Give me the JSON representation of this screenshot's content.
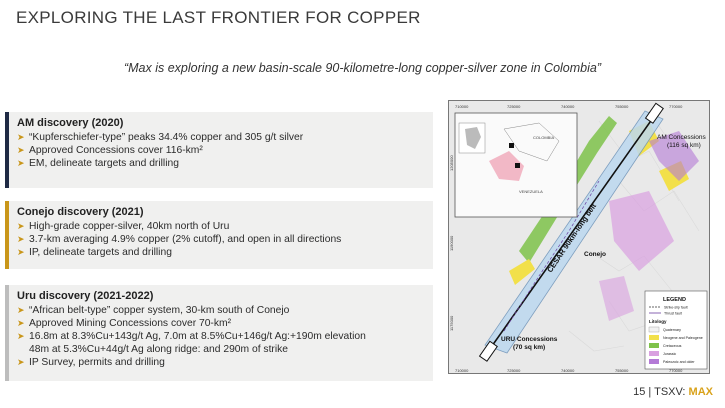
{
  "header": {
    "title": "EXPLORING THE LAST FRONTIER FOR COPPER",
    "quote": "“Max is exploring a new basin-scale 90-kilometre-long copper-silver zone in Colombia”"
  },
  "discoveries": [
    {
      "title": "AM discovery (2020)",
      "accent": "#1f2a44",
      "bullets": [
        "“Kupferschiefer-type” peaks 34.4% copper and 305 g/t silver",
        "Approved Concessions cover 116-km²",
        "EM, delineate targets and drilling"
      ]
    },
    {
      "title": "Conejo discovery (2021)",
      "accent": "#c9961a",
      "bullets": [
        "High-grade copper-silver, 40km north of Uru",
        "3.7-km averaging 4.9% copper (2% cutoff), and open in all directions",
        "IP, delineate targets and drilling"
      ]
    },
    {
      "title": "Uru discovery (2021-2022)",
      "accent": "#bdbdbd",
      "bullets": [
        "“African belt-type” copper system, 30-km south of Conejo",
        "Approved Mining Concessions cover 70-km²",
        "16.8m at 8.3%Cu+143g/t Ag, 7.0m at 8.5%Cu+146g/t Ag:+190m elevation",
        "48m at 5.3%Cu+44g/t Ag along ridge: and 290m of strike",
        "IP Survey, permits and drilling"
      ]
    }
  ],
  "map": {
    "x_ticks": [
      "710000",
      "725000",
      "740000",
      "755000",
      "770000"
    ],
    "y_ticks": [
      "1205000",
      "1190000",
      "1175000"
    ],
    "am_label": "AM Concessions",
    "am_area": "(116 sq km)",
    "belt_label": "CESAR 90km-long belt",
    "conejo_label": "Conejo",
    "uru_label": "URU Concessions",
    "uru_area": "(70 sq km)",
    "inset_country": "COLOMBIA",
    "inset_region": "VENEZUELA",
    "legend": {
      "title": "LEGEND",
      "faults": [
        "Strike-slip fault",
        "Thrust fault"
      ],
      "litology_title": "Litology",
      "units": [
        {
          "label": "Quaternary",
          "color": "#f2f2f2"
        },
        {
          "label": "Neogene and Paleogene",
          "color": "#f2e04a"
        },
        {
          "label": "Cretaceous",
          "color": "#7ec24a"
        },
        {
          "label": "Jurassic",
          "color": "#d9a0e0"
        },
        {
          "label": "Paleozoic and older",
          "color": "#b47ad6"
        }
      ]
    }
  },
  "footer": {
    "page": "15",
    "sep": " | TSXV: ",
    "ticker": "MAX"
  }
}
